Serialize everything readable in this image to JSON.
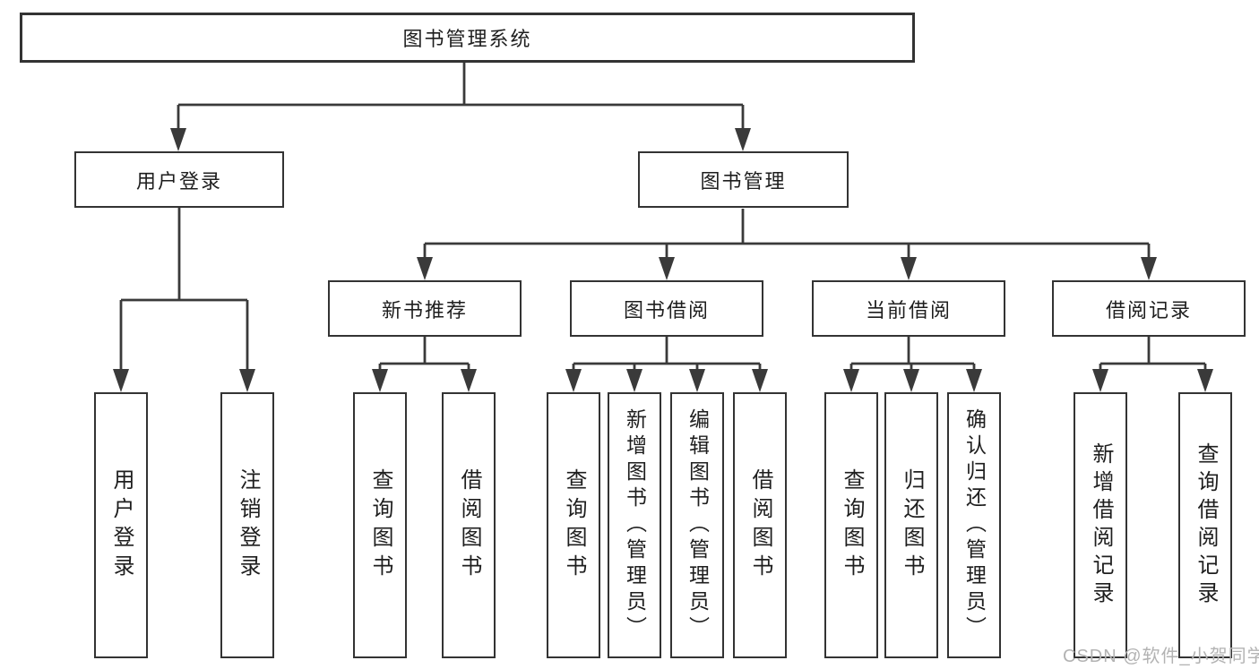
{
  "diagram": {
    "type": "tree-diagram",
    "colors": {
      "line": "#3a3a3a",
      "box_border": "#333333",
      "box_fill": "#ffffff",
      "text": "#1e1e1e",
      "watermark": "#b3b3b3",
      "background": "#ffffff"
    },
    "nodes": {
      "root": "图书管理系统",
      "level2": [
        "用户登录",
        "图书管理"
      ],
      "level3": [
        "新书推荐",
        "图书借阅",
        "当前借阅",
        "借阅记录"
      ],
      "leaves_user_login": [
        "用户登录",
        "注销登录"
      ],
      "leaves_new_books": [
        "查询图书",
        "借阅图书"
      ],
      "leaves_book_borrow": [
        "查询图书",
        "新增图书（管理员）",
        "编辑图书（管理员）",
        "借阅图书"
      ],
      "leaves_current_borrow": [
        "查询图书",
        "归还图书",
        "确认归还（管理员）"
      ],
      "leaves_borrow_records": [
        "新增借阅记录",
        "查询借阅记录"
      ]
    },
    "watermark": "CSDN @软件_小贺同学"
  }
}
